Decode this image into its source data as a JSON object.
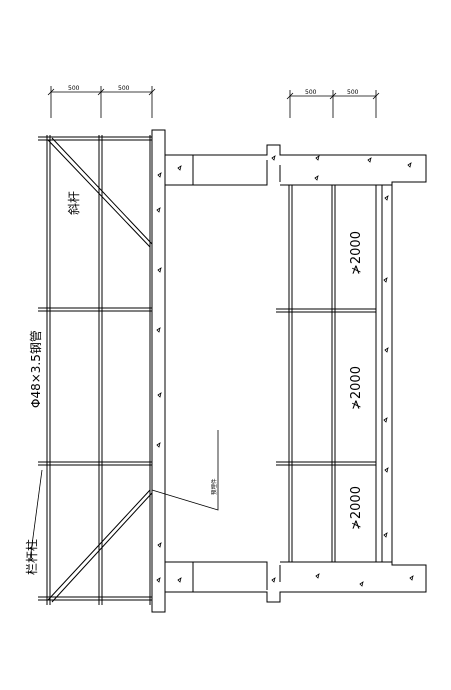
{
  "left_elevation": {
    "dim_left": "500",
    "dim_right": "500",
    "label_diagonal": "斜杆",
    "label_pipe": "Φ48×3.5钢管",
    "label_post": "栏杆柱",
    "label_embed": "预埋件"
  },
  "right_plan": {
    "dim_left": "500",
    "dim_right": "500",
    "spacings": [
      "≯2000",
      "≯2000",
      "≯2000"
    ]
  }
}
